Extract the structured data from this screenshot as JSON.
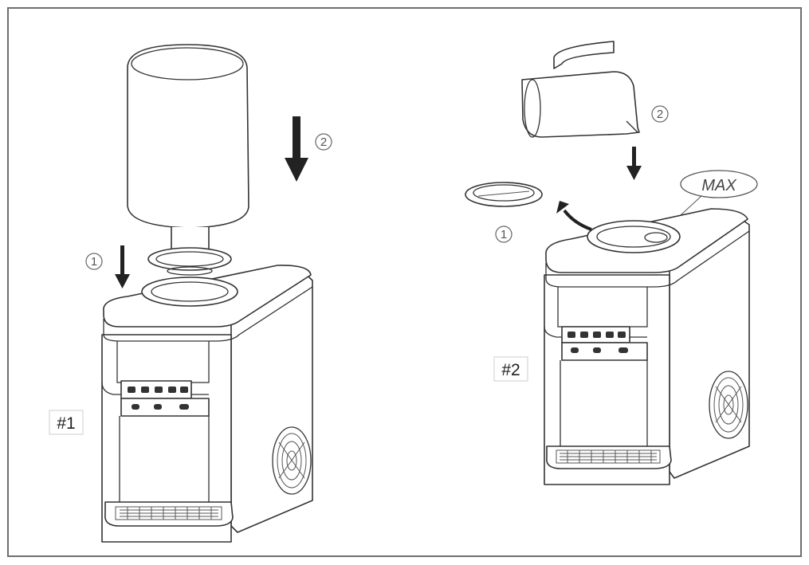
{
  "figure_1": {
    "label": "#1",
    "step_1": "1",
    "step_2": "2"
  },
  "figure_2": {
    "label": "#2",
    "step_1": "1",
    "step_2": "2",
    "max_marker": "MAX"
  },
  "colors": {
    "line": "#333333",
    "frame": "#6e6e6e",
    "background": "#ffffff"
  }
}
